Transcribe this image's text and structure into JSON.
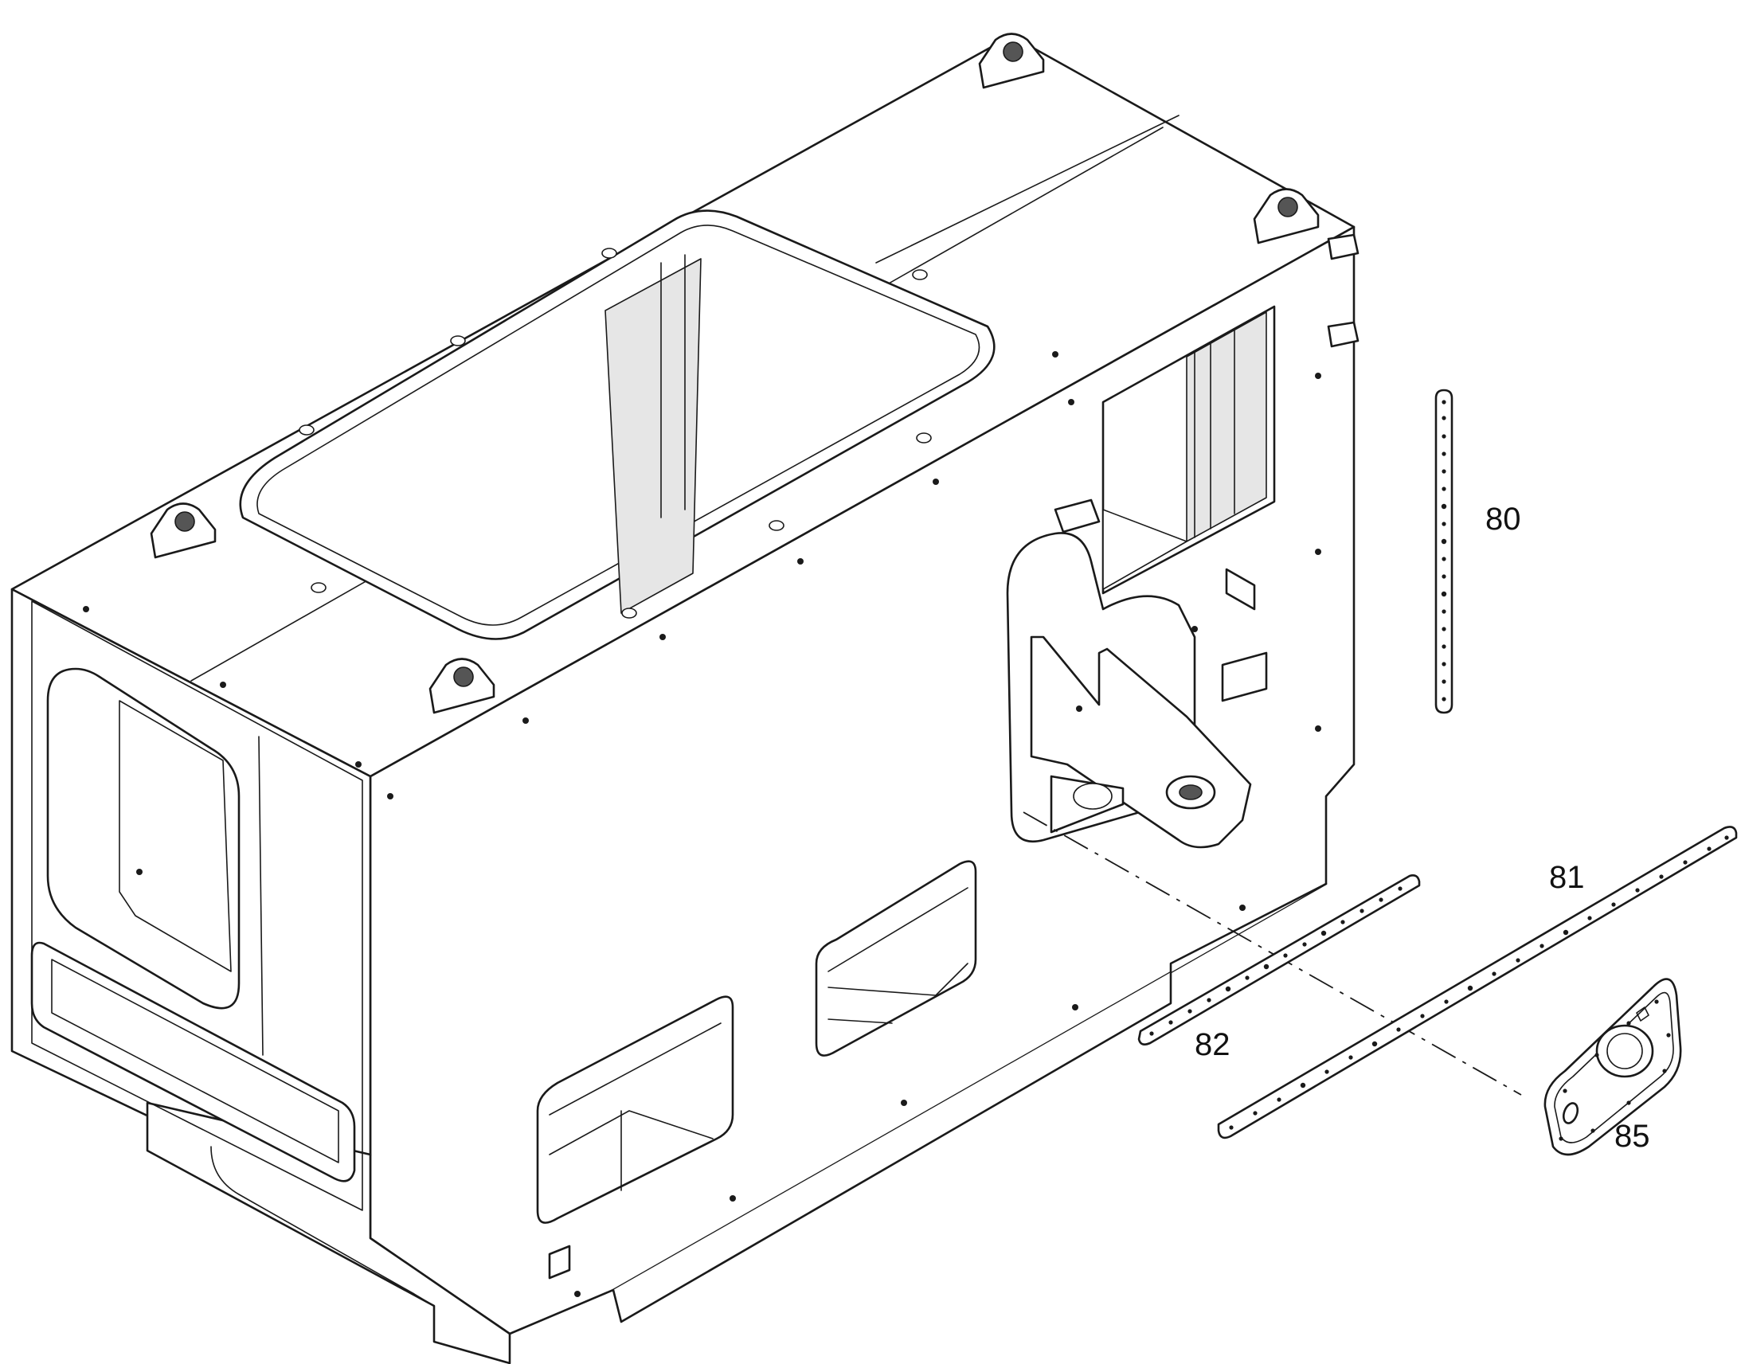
{
  "callouts": [
    {
      "id": "80",
      "label": "80"
    },
    {
      "id": "81",
      "label": "81"
    },
    {
      "id": "82",
      "label": "82"
    },
    {
      "id": "85",
      "label": "85"
    }
  ],
  "colors": {
    "line": "#1a1a1a",
    "background": "#ffffff",
    "shade": "#e6e6e6"
  }
}
